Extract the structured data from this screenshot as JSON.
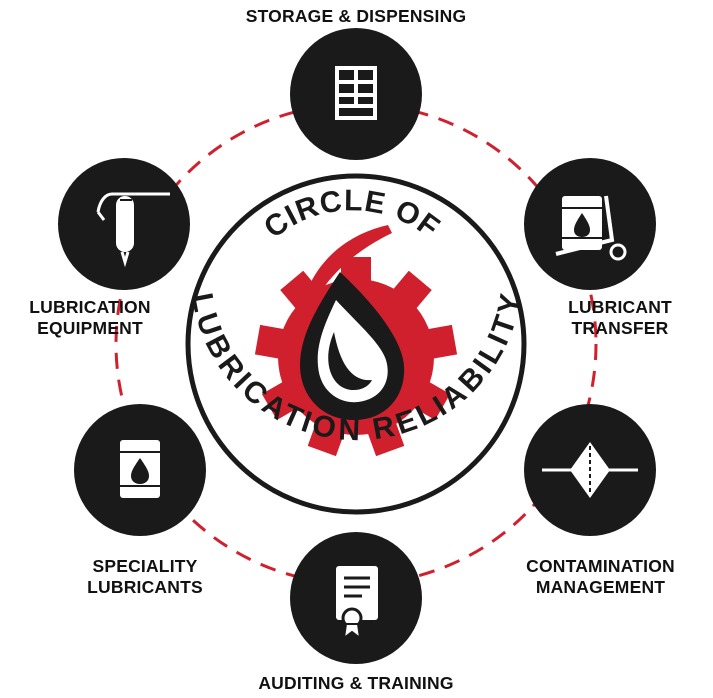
{
  "center": {
    "title_top": "CIRCLE OF",
    "title_bottom": "LUBRICATION RELIABILITY"
  },
  "colors": {
    "node": "#1a1a1a",
    "accent": "#d0202e",
    "ring": "#1a1a1a",
    "icon": "#ffffff"
  },
  "nodes": [
    {
      "id": "storage",
      "lines": [
        "STORAGE & DISPENSING"
      ],
      "icon": "shelving-rack-icon"
    },
    {
      "id": "transfer",
      "lines": [
        "LUBRICANT",
        "TRANSFER"
      ],
      "icon": "drum-dolly-icon"
    },
    {
      "id": "contamination",
      "lines": [
        "CONTAMINATION",
        "MANAGEMENT"
      ],
      "icon": "filter-icon"
    },
    {
      "id": "auditing",
      "lines": [
        "AUDITING & TRAINING"
      ],
      "icon": "certificate-icon"
    },
    {
      "id": "speciality",
      "lines": [
        "SPECIALITY",
        "LUBRICANTS"
      ],
      "icon": "oil-barrel-icon"
    },
    {
      "id": "equipment",
      "lines": [
        "LUBRICATION",
        "EQUIPMENT"
      ],
      "icon": "grease-gun-icon"
    }
  ]
}
